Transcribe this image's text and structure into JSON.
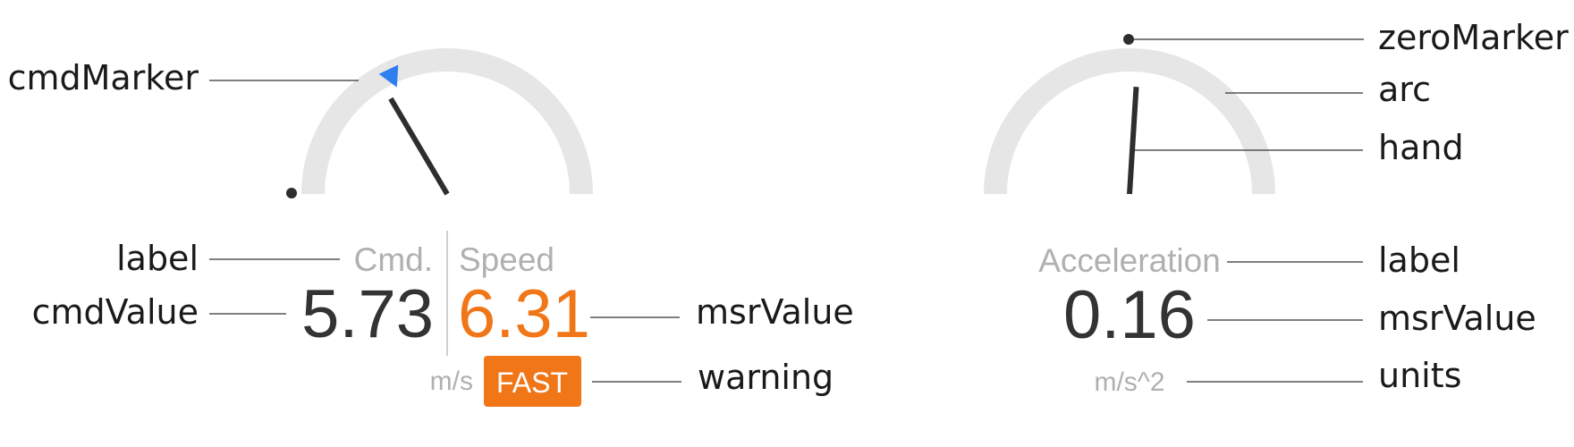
{
  "colors": {
    "arc": "#e6e6e6",
    "hand": "#2e2e2e",
    "cmd_marker": "#2f7ff0",
    "alert": "#f07618",
    "label": "#b0b0b0",
    "value": "#333333"
  },
  "speed_gauge": {
    "cmd_label": "Cmd.",
    "msr_label": "Speed",
    "cmd_value": "5.73",
    "msr_value": "6.31",
    "units": "m/s",
    "warning": "FAST",
    "cmd_fraction": 0.36,
    "msr_fraction": 0.33
  },
  "accel_gauge": {
    "label": "Acceleration",
    "msr_value": "0.16",
    "units": "m/s^2",
    "msr_fraction": 0.52
  },
  "callouts": {
    "cmd_marker": "cmdMarker",
    "label_left": "label",
    "cmd_value": "cmdValue",
    "msr_value_left": "msrValue",
    "warning": "warning",
    "zero_marker": "zeroMarker",
    "arc": "arc",
    "hand": "hand",
    "label_right": "label",
    "msr_value_right": "msrValue",
    "units": "units"
  }
}
